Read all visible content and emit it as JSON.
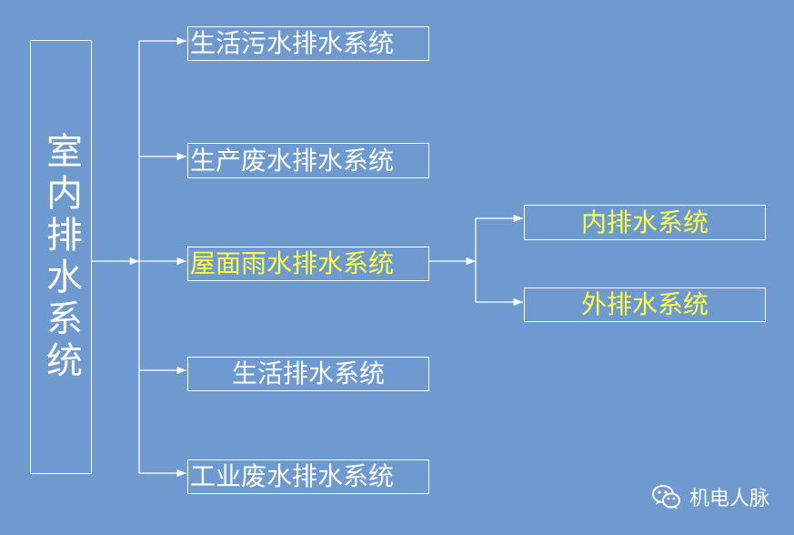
{
  "diagram": {
    "root": "室内排水系统",
    "branches": [
      "生活污水排水系统",
      "生产废水排水系统",
      "屋面雨水排水系统",
      "生活排水系统",
      "工业废水排水系统"
    ],
    "sub_branches": [
      "内排水系统",
      "外排水系统"
    ]
  },
  "watermark": {
    "text": "机电人脉",
    "icon": "wechat-icon"
  },
  "colors": {
    "background": "#6f9ad0",
    "line": "#ffffff",
    "highlight_text": "#ffff4a"
  }
}
